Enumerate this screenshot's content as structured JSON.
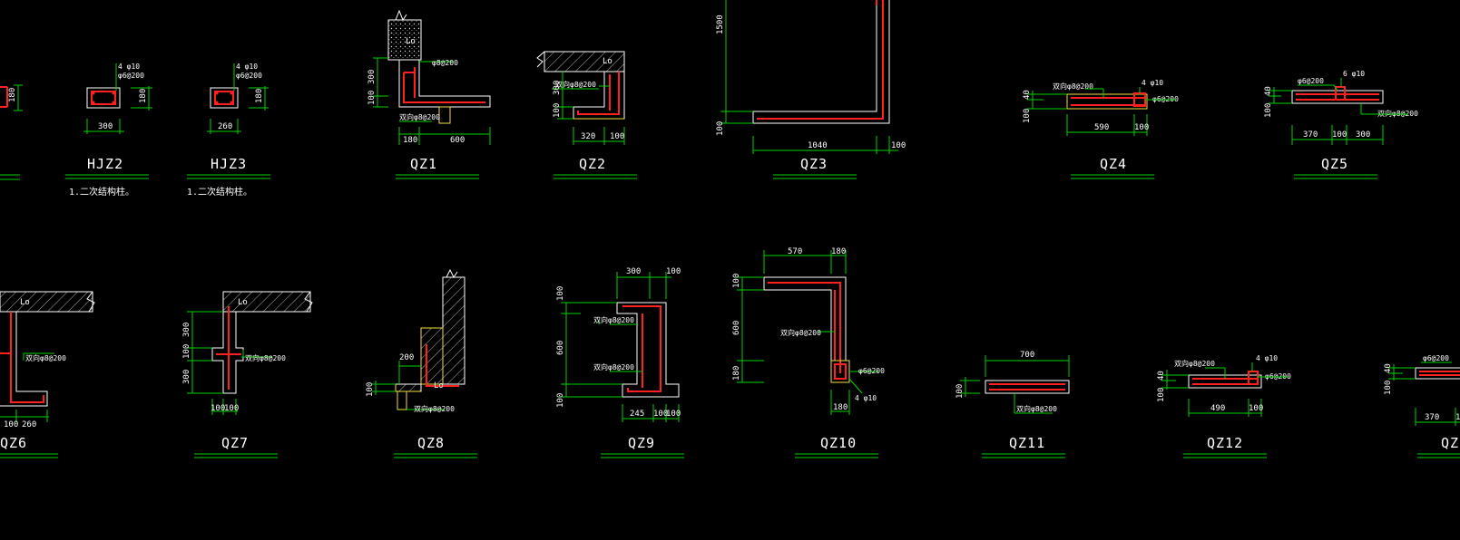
{
  "drawing": {
    "background": "#000000",
    "colors": {
      "outline": "#ffffff",
      "rebar": "#ff2020",
      "dimension": "#00d200",
      "highlight": "#f0e040"
    }
  },
  "sections": [
    {
      "id": "hjz2",
      "title": "HJZ2",
      "note": "1.二次结构柱。",
      "dims": [
        "300",
        "180"
      ],
      "rebar": [
        "4 φ10",
        "φ6@200"
      ]
    },
    {
      "id": "hjz3",
      "title": "HJZ3",
      "note": "1.二次结构柱。",
      "dims": [
        "260",
        "180"
      ],
      "rebar": [
        "4 φ10",
        "φ6@200"
      ]
    },
    {
      "id": "qz1",
      "title": "QZ1",
      "dims": [
        "300",
        "100",
        "180",
        "600"
      ],
      "rebar": [
        "φ8@200",
        "双向φ8@200"
      ],
      "label": "Lo"
    },
    {
      "id": "qz2",
      "title": "QZ2",
      "dims": [
        "300",
        "100",
        "320",
        "100"
      ],
      "rebar": [
        "双向φ8@200"
      ],
      "label": "Lo"
    },
    {
      "id": "qz3",
      "title": "QZ3",
      "dims": [
        "1500",
        "100",
        "1040",
        "100"
      ]
    },
    {
      "id": "qz4",
      "title": "QZ4",
      "dims": [
        "40",
        "100",
        "590",
        "100"
      ],
      "rebar": [
        "双向φ8@200",
        "4 φ10",
        "φ6@200"
      ]
    },
    {
      "id": "qz5",
      "title": "QZ5",
      "dims": [
        "40",
        "100",
        "370",
        "100",
        "300"
      ],
      "rebar": [
        "φ6@200",
        "6 φ10",
        "双向φ8@200"
      ]
    },
    {
      "id": "qz6",
      "title": "QZ6",
      "dims": [
        "100",
        "260"
      ],
      "rebar": [
        "双向φ8@200"
      ],
      "label": "Lo"
    },
    {
      "id": "qz7",
      "title": "QZ7",
      "dims": [
        "300",
        "100",
        "300",
        "100",
        "100"
      ],
      "rebar": [
        "双向φ8@200"
      ],
      "label": "Lo"
    },
    {
      "id": "qz8",
      "title": "QZ8",
      "dims": [
        "200",
        "100"
      ],
      "rebar": [
        "双向φ8@200"
      ],
      "label": "Lo"
    },
    {
      "id": "qz9",
      "title": "QZ9",
      "dims": [
        "300",
        "100",
        "100",
        "600",
        "100",
        "245",
        "100",
        "100"
      ],
      "rebar": [
        "双向φ8@200",
        "双向φ8@200"
      ]
    },
    {
      "id": "qz10",
      "title": "QZ10",
      "dims": [
        "570",
        "180",
        "100",
        "600",
        "180",
        "180"
      ],
      "rebar": [
        "双向φ8@200",
        "φ6@200",
        "4 φ10"
      ]
    },
    {
      "id": "qz11",
      "title": "QZ11",
      "dims": [
        "700",
        "100"
      ],
      "rebar": [
        "双向φ8@200"
      ]
    },
    {
      "id": "qz12",
      "title": "QZ12",
      "dims": [
        "40",
        "100",
        "490",
        "100"
      ],
      "rebar": [
        "双向φ8@200",
        "4 φ10",
        "φ6@200"
      ]
    },
    {
      "id": "qz13",
      "title": "QZ",
      "dims": [
        "40",
        "100",
        "370",
        "1"
      ],
      "rebar": [
        "φ6@200"
      ]
    },
    {
      "id": "partial-left-top",
      "dims": [
        "180"
      ]
    }
  ]
}
